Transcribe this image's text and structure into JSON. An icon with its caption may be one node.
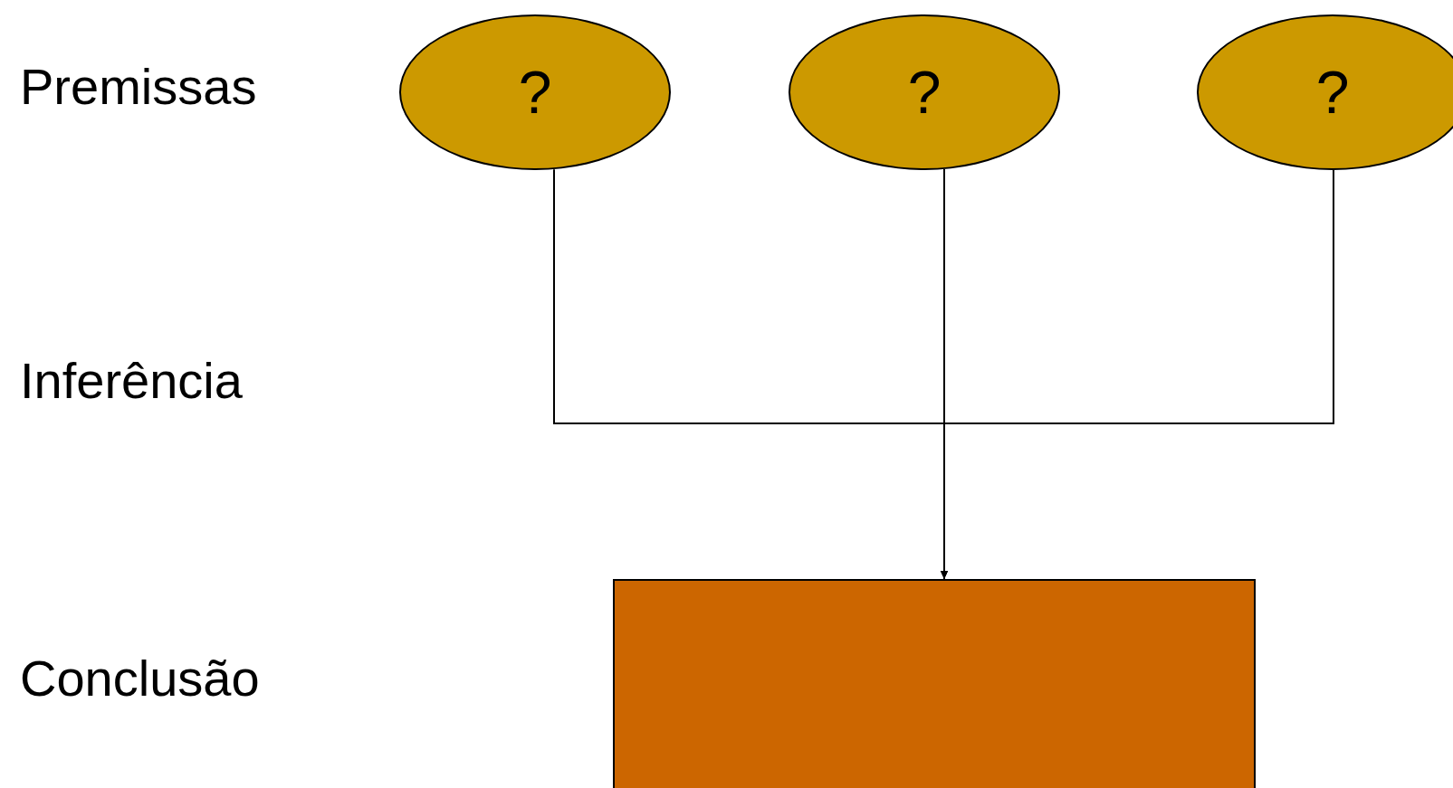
{
  "diagram": {
    "nodes": [
      {
        "text": [
          "?"
        ]
      },
      {
        "text": [
          "?"
        ]
      },
      {
        "text": [
          "?"
        ]
      },
      {
        "text": [],
        "shape": "box"
      }
    ],
    "edges": [
      {
        "from": 0,
        "to": 3,
        "arrow": "to"
      },
      {
        "from": 1,
        "to": 3,
        "arrow": "to"
      },
      {
        "from": 2,
        "to": 3,
        "arrow": "to"
      }
    ],
    "labels": [
      "Premissas",
      "Inferência",
      "Conclusão"
    ]
  }
}
